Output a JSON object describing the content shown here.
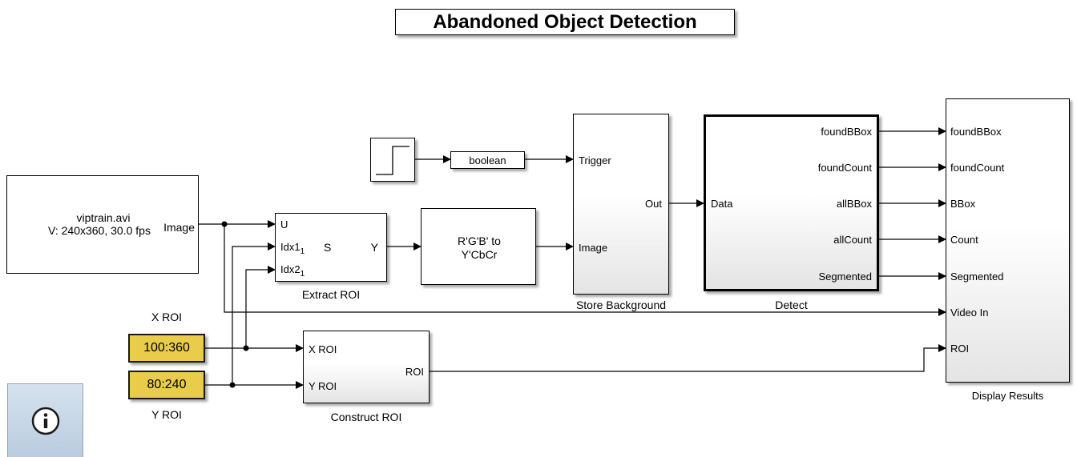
{
  "title": "Abandoned Object Detection",
  "source_block": {
    "line1": "viptrain.avi",
    "line2": "V: 240x360, 30.0 fps",
    "out_port": "Image"
  },
  "extract_roi": {
    "caption": "Extract ROI",
    "in_u": "U",
    "in_idx1": "Idx1",
    "in_idx2": "Idx2",
    "sub": "1",
    "center": "S",
    "out": "Y"
  },
  "color_convert": {
    "line1": "R'G'B' to",
    "line2": "Y'CbCr"
  },
  "boolean_block": {
    "label": "boolean"
  },
  "store_background": {
    "caption": "Store Background",
    "in_trigger": "Trigger",
    "in_image": "Image",
    "out": "Out"
  },
  "detect": {
    "caption": "Detect",
    "in_data": "Data",
    "outputs": [
      "foundBBox",
      "foundCount",
      "allBBox",
      "allCount",
      "Segmented"
    ]
  },
  "display_results": {
    "caption": "Display Results",
    "inputs": [
      "foundBBox",
      "foundCount",
      "BBox",
      "Count",
      "Segmented",
      "Video In",
      "ROI"
    ]
  },
  "construct_roi": {
    "caption": "Construct ROI",
    "in_x": "X ROI",
    "in_y": "Y ROI",
    "out": "ROI"
  },
  "x_roi": {
    "value": "100:360",
    "caption": "X ROI"
  },
  "y_roi": {
    "value": "80:240",
    "caption": "Y ROI"
  },
  "info_button": {
    "icon": "info-icon"
  },
  "colors": {
    "constant_fill": "#e8cc4a",
    "info_fill": "#c6d6e6"
  }
}
